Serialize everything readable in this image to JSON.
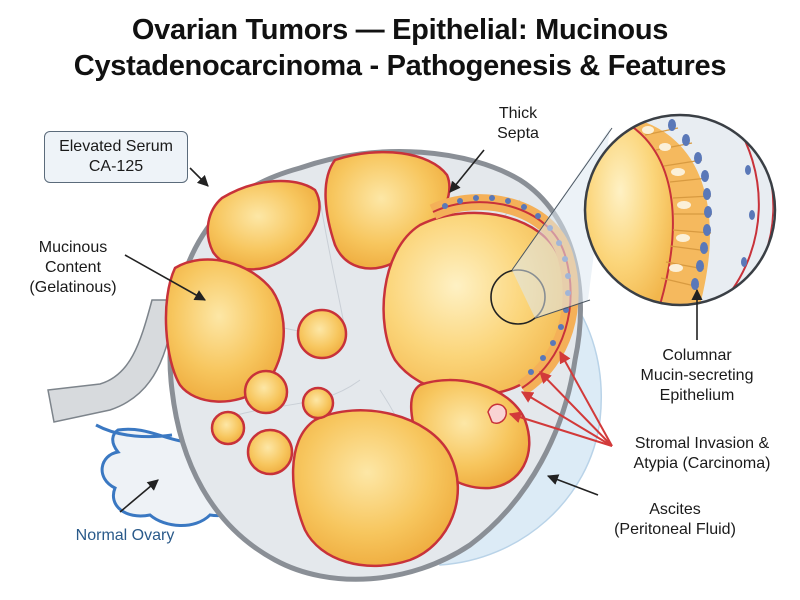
{
  "title": {
    "line1": "Ovarian Tumors — Epithelial: Mucinous",
    "line2": "Cystadenocarcinoma - Pathogenesis & Features"
  },
  "labels": {
    "ca125": {
      "line1": "Elevated Serum",
      "line2": "CA-125"
    },
    "thick_septa": {
      "line1": "Thick",
      "line2": "Septa"
    },
    "mucinous_content": {
      "line1": "Mucinous",
      "line2": "Content",
      "line3": "(Gelatinous)"
    },
    "columnar": {
      "line1": "Columnar",
      "line2": "Mucin-secreting",
      "line3": "Epithelium"
    },
    "stromal": {
      "line1": "Stromal Invasion &",
      "line2": "Atypia (Carcinoma)"
    },
    "ascites": {
      "line1": "Ascites",
      "line2": "(Peritoneal Fluid)"
    },
    "normal_ovary": "Normal Ovary"
  },
  "colors": {
    "cyst_fill": "#f6c25a",
    "cyst_light": "#fbe09a",
    "septa_red": "#c8323a",
    "stroma": "#e4e8ec",
    "capsule": "#8a8f96",
    "ascites": "#dcebf6",
    "ovary_outline": "#3a78c2",
    "nucleus": "#5a78b8",
    "arrow_red": "#d23a3a"
  }
}
